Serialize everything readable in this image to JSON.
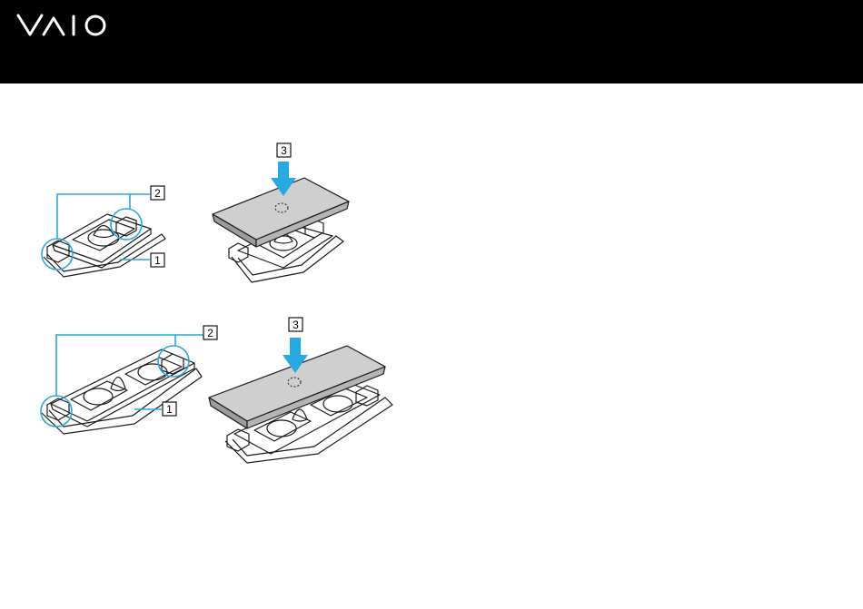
{
  "header": {
    "logo_text": "VAIO",
    "background": "#000000",
    "logo_color": "#ffffff"
  },
  "callouts": {
    "top_left": {
      "retainer": "1",
      "hooks": "2"
    },
    "top_right": {
      "press": "3"
    },
    "bottom_left": {
      "retainer": "1",
      "hooks": "2"
    },
    "bottom_right": {
      "press": "3"
    }
  },
  "colors": {
    "accent": "#27a9e1",
    "keycap": "#c8c8c8",
    "linework": "#1a1a1a"
  },
  "icons": {
    "press_arrow": "arrow-down-icon",
    "press_point": "dashed-circle-icon"
  }
}
